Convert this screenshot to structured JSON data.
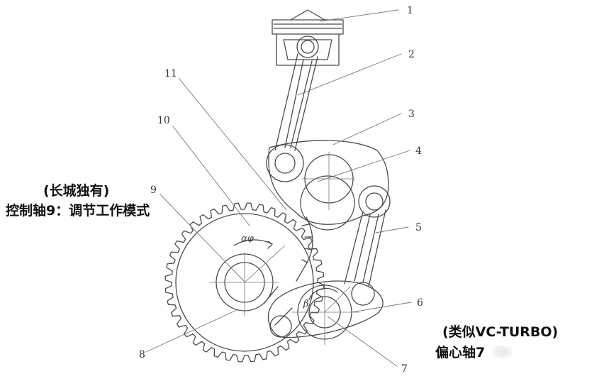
{
  "labels": {
    "n1": "1",
    "n2": "2",
    "n3": "3",
    "n4": "4",
    "n5": "5",
    "n6": "6",
    "n7": "7",
    "n8": "8",
    "n9": "9",
    "n10": "10",
    "n11": "11",
    "alpha_phi": "αφ",
    "beta": "β"
  },
  "annotations": {
    "left_line1": "(长城独有)",
    "left_line2": "控制轴9：调节工作模式",
    "right_line1": "(类似VC-TURBO)",
    "right_line2": "偏心轴7"
  },
  "colors": {
    "line": "#4a4a4a",
    "text": "#111111"
  }
}
